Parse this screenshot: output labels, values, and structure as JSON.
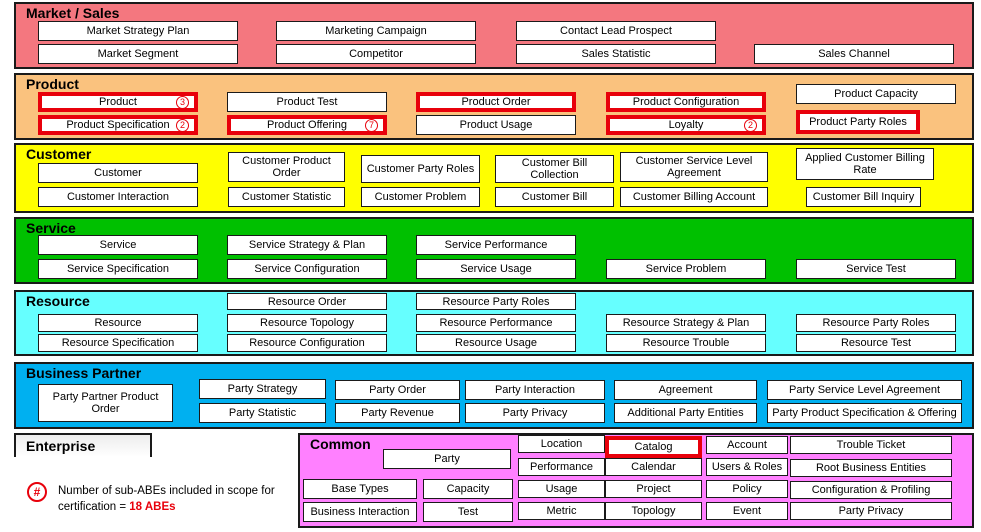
{
  "domains": {
    "market": {
      "title": "Market / Sales",
      "color": "#f4777f"
    },
    "product": {
      "title": "Product",
      "color": "#fac27e"
    },
    "customer": {
      "title": "Customer",
      "color": "#ffff00"
    },
    "service": {
      "title": "Service",
      "color": "#00c000"
    },
    "resource": {
      "title": "Resource",
      "color": "#66ffff"
    },
    "partner": {
      "title": "Business Partner",
      "color": "#00b0f0"
    },
    "common": {
      "title": "Common",
      "color": "#ff80ff"
    }
  },
  "enterprise": {
    "title": "Enterprise"
  },
  "highlight_color": "#e8000b",
  "boxes": [
    {
      "text": "Market Strategy Plan",
      "hl": false
    },
    {
      "text": "Marketing Campaign",
      "hl": false
    },
    {
      "text": "Contact Lead Prospect",
      "hl": false
    },
    {
      "text": "Market Segment",
      "hl": false
    },
    {
      "text": "Competitor",
      "hl": false
    },
    {
      "text": "Sales Statistic",
      "hl": false
    },
    {
      "text": "Sales Channel",
      "hl": false
    },
    {
      "text": "Product",
      "hl": true,
      "badge": "3"
    },
    {
      "text": "Product Test",
      "hl": false
    },
    {
      "text": "Product Order",
      "hl": true
    },
    {
      "text": "Product Configuration",
      "hl": true
    },
    {
      "text": "Product Capacity",
      "hl": false
    },
    {
      "text": "Product Specification",
      "hl": true,
      "badge": "2"
    },
    {
      "text": "Product Offering",
      "hl": true,
      "badge": "7"
    },
    {
      "text": "Product Usage",
      "hl": false
    },
    {
      "text": "Loyalty",
      "hl": true,
      "badge": "2"
    },
    {
      "text": "Product Party Roles",
      "hl": true
    },
    {
      "text": "Customer",
      "hl": false
    },
    {
      "text": "Customer Product Order",
      "hl": false
    },
    {
      "text": "Customer Party Roles",
      "hl": false
    },
    {
      "text": "Customer Bill Collection",
      "hl": false
    },
    {
      "text": "Customer Service Level Agreement",
      "hl": false
    },
    {
      "text": "Applied Customer Billing Rate",
      "hl": false
    },
    {
      "text": "Customer Interaction",
      "hl": false
    },
    {
      "text": "Customer Statistic",
      "hl": false
    },
    {
      "text": "Customer Problem",
      "hl": false
    },
    {
      "text": "Customer Bill",
      "hl": false
    },
    {
      "text": "Customer Billing Account",
      "hl": false
    },
    {
      "text": "Customer Bill Inquiry",
      "hl": false
    },
    {
      "text": "Service",
      "hl": false
    },
    {
      "text": "Service Strategy & Plan",
      "hl": false
    },
    {
      "text": "Service Performance",
      "hl": false
    },
    {
      "text": "Service Specification",
      "hl": false
    },
    {
      "text": "Service Configuration",
      "hl": false
    },
    {
      "text": "Service Usage",
      "hl": false
    },
    {
      "text": "Service Problem",
      "hl": false
    },
    {
      "text": "Service Test",
      "hl": false
    },
    {
      "text": "Resource Order",
      "hl": false
    },
    {
      "text": "Resource Party Roles",
      "hl": false
    },
    {
      "text": "Resource",
      "hl": false
    },
    {
      "text": "Resource Topology",
      "hl": false
    },
    {
      "text": "Resource Performance",
      "hl": false
    },
    {
      "text": "Resource Strategy & Plan",
      "hl": false
    },
    {
      "text": "Resource Party Roles",
      "hl": false
    },
    {
      "text": "Resource Specification",
      "hl": false
    },
    {
      "text": "Resource Configuration",
      "hl": false
    },
    {
      "text": "Resource Usage",
      "hl": false
    },
    {
      "text": "Resource Trouble",
      "hl": false
    },
    {
      "text": "Resource Test",
      "hl": false
    },
    {
      "text": "Party Partner Product Order",
      "hl": false
    },
    {
      "text": "Party Strategy",
      "hl": false
    },
    {
      "text": "Party Order",
      "hl": false
    },
    {
      "text": "Party Interaction",
      "hl": false
    },
    {
      "text": "Agreement",
      "hl": false
    },
    {
      "text": "Party Service Level Agreement",
      "hl": false
    },
    {
      "text": "Party Statistic",
      "hl": false
    },
    {
      "text": "Party Revenue",
      "hl": false
    },
    {
      "text": "Party Privacy",
      "hl": false
    },
    {
      "text": "Additional Party Entities",
      "hl": false
    },
    {
      "text": "Party Product Specification & Offering",
      "hl": false
    },
    {
      "text": "Location",
      "hl": false
    },
    {
      "text": "Catalog",
      "hl": true
    },
    {
      "text": "Account",
      "hl": false
    },
    {
      "text": "Trouble Ticket",
      "hl": false
    },
    {
      "text": "Party",
      "hl": false
    },
    {
      "text": "Performance",
      "hl": false
    },
    {
      "text": "Calendar",
      "hl": false
    },
    {
      "text": "Users & Roles",
      "hl": false
    },
    {
      "text": "Root Business Entities",
      "hl": false
    },
    {
      "text": "Base Types",
      "hl": false
    },
    {
      "text": "Capacity",
      "hl": false
    },
    {
      "text": "Usage",
      "hl": false
    },
    {
      "text": "Project",
      "hl": false
    },
    {
      "text": "Policy",
      "hl": false
    },
    {
      "text": "Configuration & Profiling",
      "hl": false
    },
    {
      "text": "Business Interaction",
      "hl": false
    },
    {
      "text": "Test",
      "hl": false
    },
    {
      "text": "Metric",
      "hl": false
    },
    {
      "text": "Topology",
      "hl": false
    },
    {
      "text": "Event",
      "hl": false
    },
    {
      "text": "Party Privacy",
      "hl": false
    }
  ],
  "legend": {
    "symbol": "#",
    "text": "Number of sub-ABEs included in scope for certification = ",
    "count": "18 ABEs"
  }
}
